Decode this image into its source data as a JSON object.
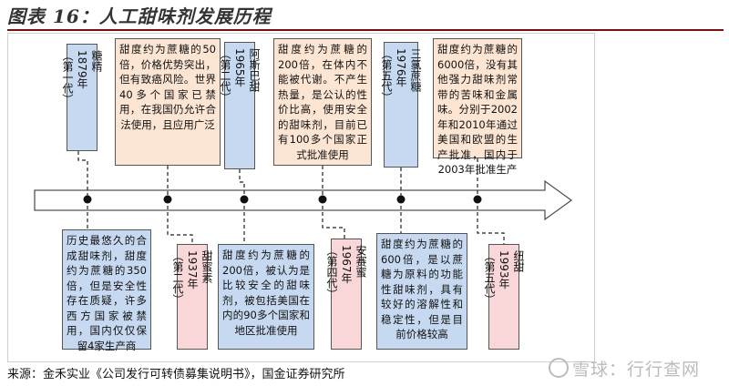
{
  "title": "图表 16：人工甜味剂发展历程",
  "source": "来源：金禾实业《公司发行可转债募集说明书》，国金证券研究所",
  "watermark": "雪球：行行查网",
  "timeline": {
    "top_names": [
      {
        "name": "糖精",
        "year": "1879年",
        "gen": "（第一代）"
      },
      {
        "name": "阿斯巴甜",
        "year": "1965年",
        "gen": "（第二代）"
      },
      {
        "name": "三氯蔗糖",
        "year": "1976年",
        "gen": "（第五代）"
      }
    ],
    "bottom_names": [
      {
        "name": "甜蜜素",
        "year": "1937年",
        "gen": "（第二代）"
      },
      {
        "name": "安赛蜜",
        "year": "1967年",
        "gen": "（第四代）"
      },
      {
        "name": "纽甜",
        "year": "1993年",
        "gen": "（第五代）"
      }
    ],
    "top_descriptions": [
      "甜度约为蔗糖的50倍，价格优势突出，但有致癌风险。世界40多个国家已禁用，在我国仍允许合法使用，且应用广泛",
      "甜度约为蔗糖的200倍，在体内不能被代谢。不产生热量，是公认的性价比高，使用安全的甜味剂，目前已有100多个国家正式批准使用",
      "甜度约为蔗糖的6000倍，没有其他强力甜味剂常带的苦味和金属味。分别于2002年和2010年通过美国和欧盟的生产批准，国内于2003年批准生产"
    ],
    "bottom_descriptions": [
      "历史最悠久的合成甜味剂，甜度约为蔗糖的350倍，但是安全性存在质疑，许多西方国家被禁用，国内仅仅保留4家生产商",
      "甜度约为蔗糖的200倍，被认为是比较安全的甜味剂，被包括美国在内的90多个国家和地区批准使用",
      "甜度约为蔗糖的600倍，是以蔗糖为原料的功能性甜味剂，具有较好的溶解性和稳定性，但是目前价格较高"
    ]
  },
  "colors": {
    "peach": "#fde5d3",
    "blue": "#c6d9f0",
    "pink": "#f9d7d8",
    "title_rule": "#7a0f14"
  }
}
